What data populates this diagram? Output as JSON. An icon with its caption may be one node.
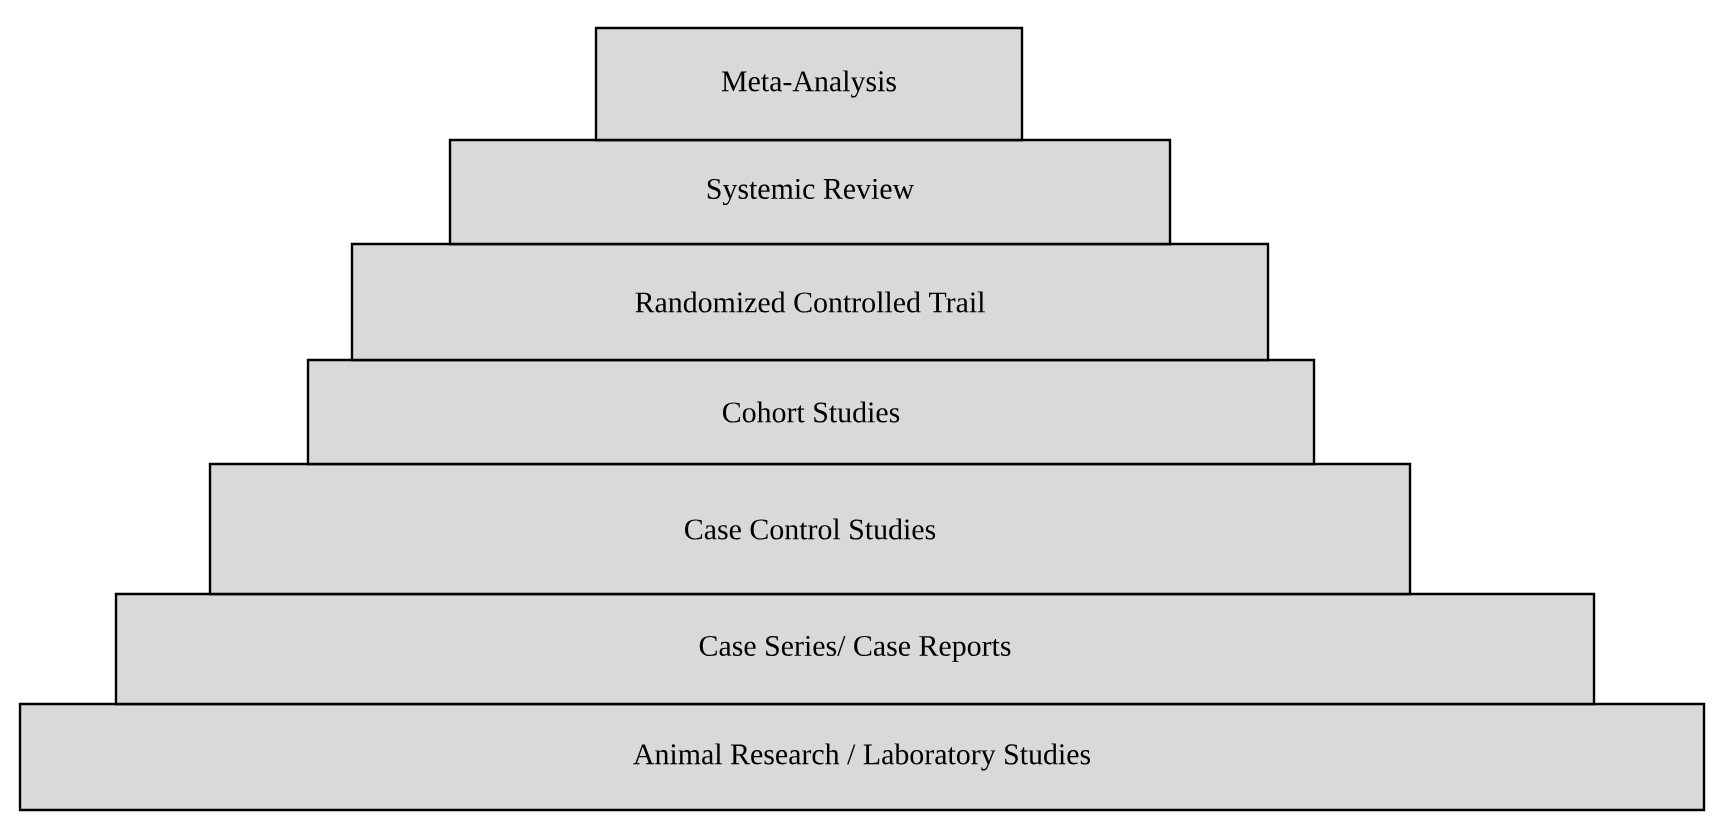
{
  "diagram": {
    "nodes": [
      {
        "text": [
          "Meta-Analysis"
        ]
      },
      {
        "text": [
          "Systemic Review"
        ]
      },
      {
        "text": [
          "Randomized Controlled Trail"
        ]
      },
      {
        "text": [
          "Cohort Studies"
        ]
      },
      {
        "text": [
          "Case Control Studies"
        ]
      },
      {
        "text": [
          "Case Series/ Case Reports"
        ]
      },
      {
        "text": [
          "Animal Research / Laboratory Studies"
        ]
      }
    ]
  }
}
